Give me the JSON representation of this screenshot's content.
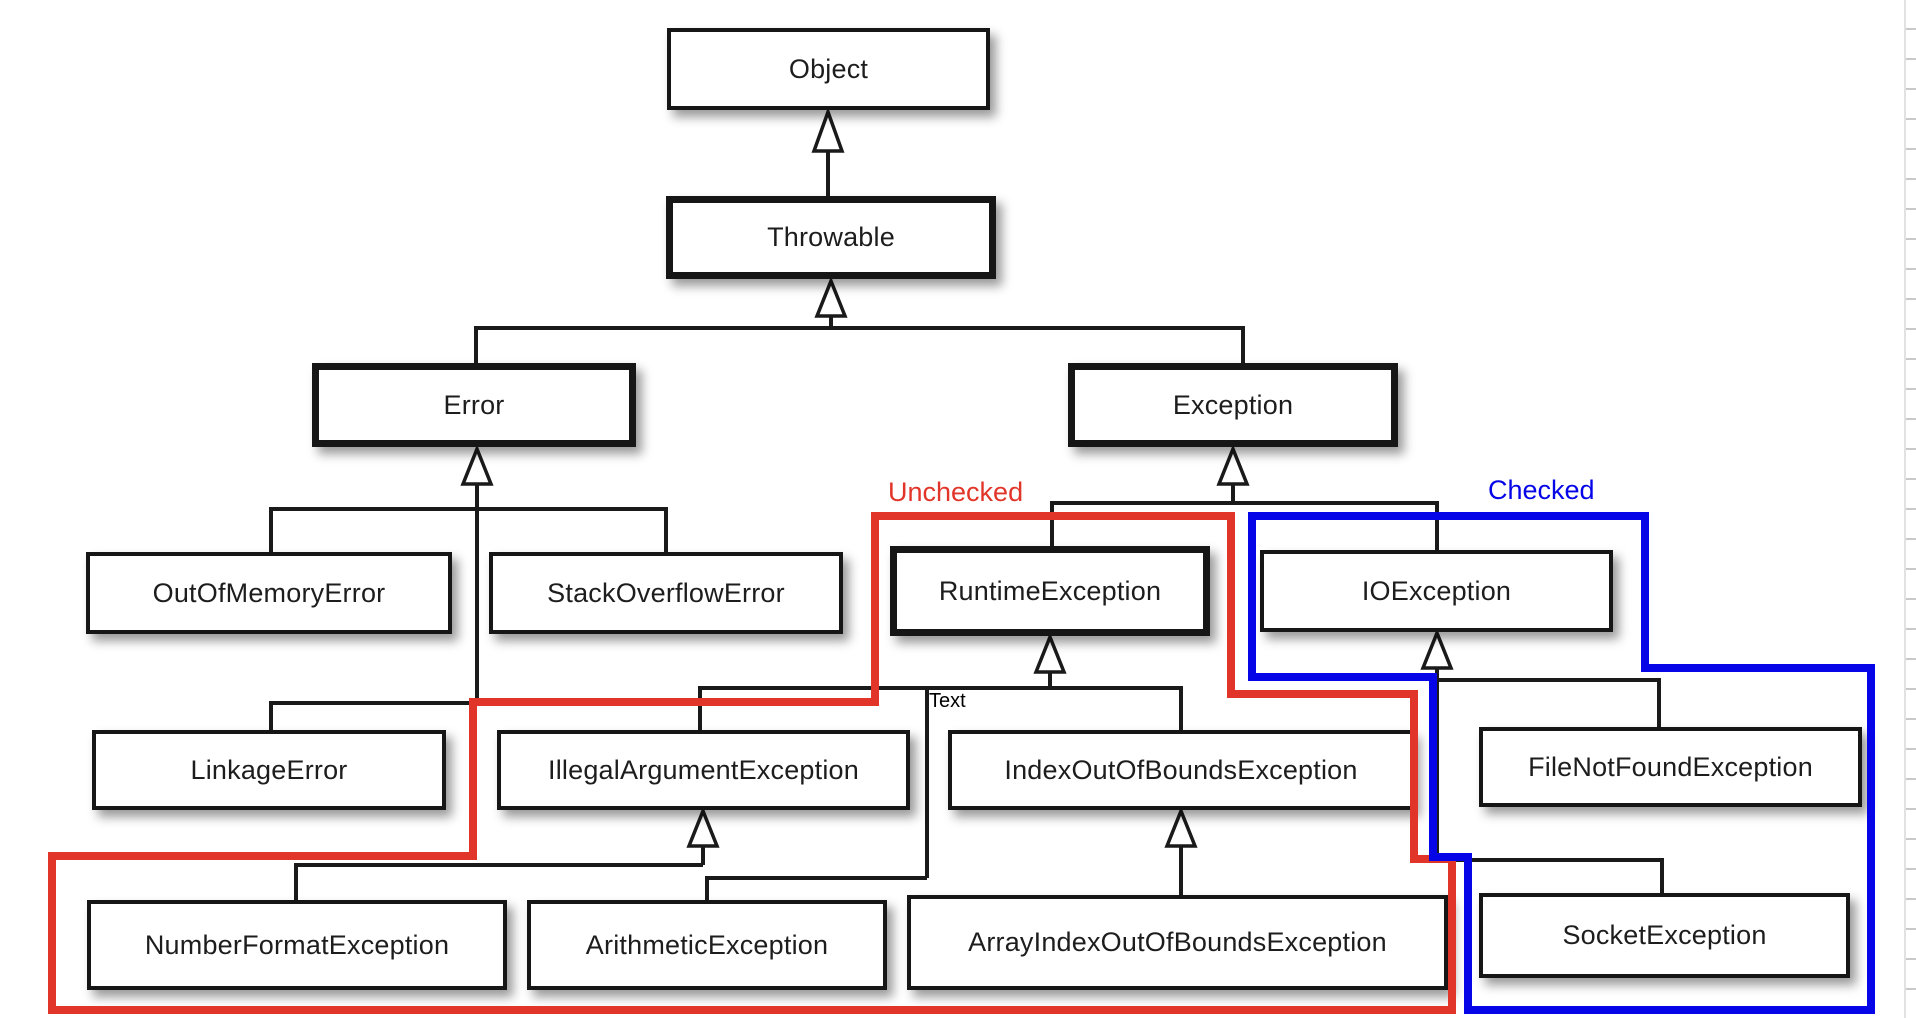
{
  "diagram": {
    "type": "uml-class-inheritance-hierarchy",
    "subject": "Java Throwable class hierarchy",
    "nodes": {
      "object": {
        "label": "Object",
        "emphasis": "normal"
      },
      "throwable": {
        "label": "Throwable",
        "emphasis": "bold"
      },
      "error": {
        "label": "Error",
        "emphasis": "bold"
      },
      "exception": {
        "label": "Exception",
        "emphasis": "bold"
      },
      "out_of_memory_error": {
        "label": "OutOfMemoryError",
        "emphasis": "normal"
      },
      "stack_overflow_error": {
        "label": "StackOverflowError",
        "emphasis": "normal"
      },
      "runtime_exception": {
        "label": "RuntimeException",
        "emphasis": "bold"
      },
      "io_exception": {
        "label": "IOException",
        "emphasis": "normal"
      },
      "linkage_error": {
        "label": "LinkageError",
        "emphasis": "normal"
      },
      "illegal_argument_exception": {
        "label": "IllegalArgumentException",
        "emphasis": "normal"
      },
      "index_out_of_bounds_exception": {
        "label": "IndexOutOfBoundsException",
        "emphasis": "normal"
      },
      "file_not_found_exception": {
        "label": "FileNotFoundException",
        "emphasis": "normal"
      },
      "number_format_exception": {
        "label": "NumberFormatException",
        "emphasis": "normal"
      },
      "arithmetic_exception": {
        "label": "ArithmeticException",
        "emphasis": "normal"
      },
      "array_index_out_of_bounds_exception": {
        "label": "ArrayIndexOutOfBoundsException",
        "emphasis": "normal"
      },
      "socket_exception": {
        "label": "SocketException",
        "emphasis": "normal"
      }
    },
    "edges": [
      {
        "child": "Throwable",
        "parent": "Object"
      },
      {
        "child": "Error",
        "parent": "Throwable"
      },
      {
        "child": "Exception",
        "parent": "Throwable"
      },
      {
        "child": "OutOfMemoryError",
        "parent": "Error"
      },
      {
        "child": "StackOverflowError",
        "parent": "Error"
      },
      {
        "child": "LinkageError",
        "parent": "Error"
      },
      {
        "child": "RuntimeException",
        "parent": "Exception"
      },
      {
        "child": "IOException",
        "parent": "Exception"
      },
      {
        "child": "IllegalArgumentException",
        "parent": "RuntimeException"
      },
      {
        "child": "IndexOutOfBoundsException",
        "parent": "RuntimeException"
      },
      {
        "child": "ArithmeticException",
        "parent": "RuntimeException"
      },
      {
        "child": "NumberFormatException",
        "parent": "IllegalArgumentException"
      },
      {
        "child": "ArrayIndexOutOfBoundsException",
        "parent": "IndexOutOfBoundsException"
      },
      {
        "child": "FileNotFoundException",
        "parent": "IOException"
      },
      {
        "child": "SocketException",
        "parent": "IOException"
      }
    ],
    "annotations": {
      "unchecked": {
        "label": "Unchecked",
        "color": "#e2352a",
        "contains": [
          "RuntimeException",
          "IllegalArgumentException",
          "IndexOutOfBoundsException",
          "NumberFormatException",
          "ArithmeticException",
          "ArrayIndexOutOfBoundsException"
        ]
      },
      "checked": {
        "label": "Checked",
        "color": "#0505e8",
        "contains": [
          "IOException",
          "FileNotFoundException",
          "SocketException"
        ]
      },
      "note": {
        "label": "Text",
        "color": "#000000"
      }
    },
    "colors": {
      "background": "#ffffff",
      "box_border": "#161616",
      "connector": "#1a1a1a",
      "unchecked_outline": "#e2352a",
      "checked_outline": "#0505e8"
    }
  }
}
